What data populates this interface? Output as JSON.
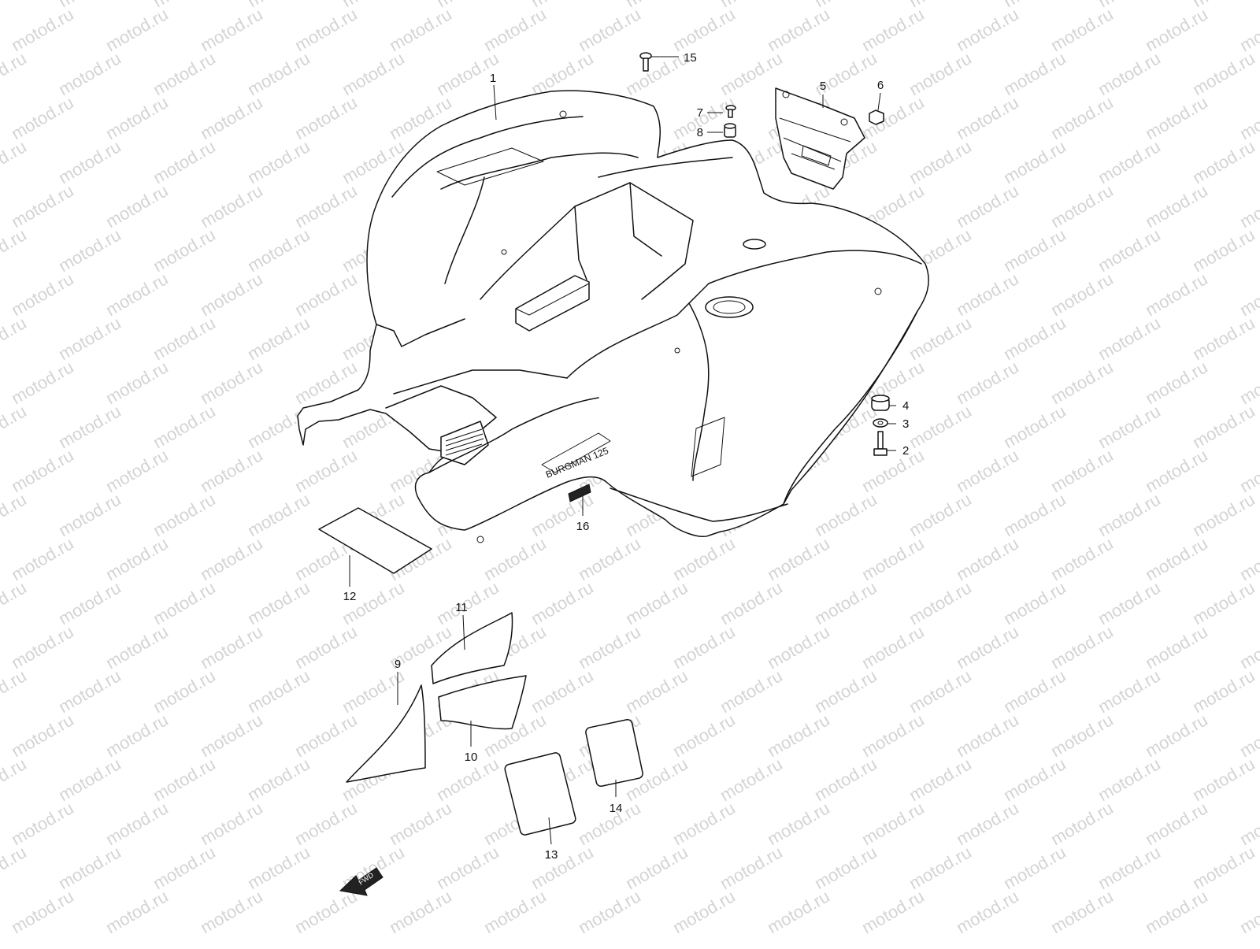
{
  "watermark": {
    "text": "motod.ru"
  },
  "direction_arrow": {
    "label": "FWD"
  },
  "fender_decal": {
    "text": "BURGMAN 125"
  },
  "callouts": [
    {
      "number": "1",
      "part": "rear-fender"
    },
    {
      "number": "2",
      "part": "bolt"
    },
    {
      "number": "3",
      "part": "washer"
    },
    {
      "number": "4",
      "part": "cushion"
    },
    {
      "number": "5",
      "part": "bracket"
    },
    {
      "number": "6",
      "part": "nut"
    },
    {
      "number": "7",
      "part": "screw"
    },
    {
      "number": "8",
      "part": "grommet"
    },
    {
      "number": "9",
      "part": "sticker"
    },
    {
      "number": "10",
      "part": "sticker"
    },
    {
      "number": "11",
      "part": "sticker"
    },
    {
      "number": "12",
      "part": "label"
    },
    {
      "number": "13",
      "part": "label"
    },
    {
      "number": "14",
      "part": "label"
    },
    {
      "number": "15",
      "part": "bolt"
    },
    {
      "number": "16",
      "part": "emblem"
    }
  ]
}
